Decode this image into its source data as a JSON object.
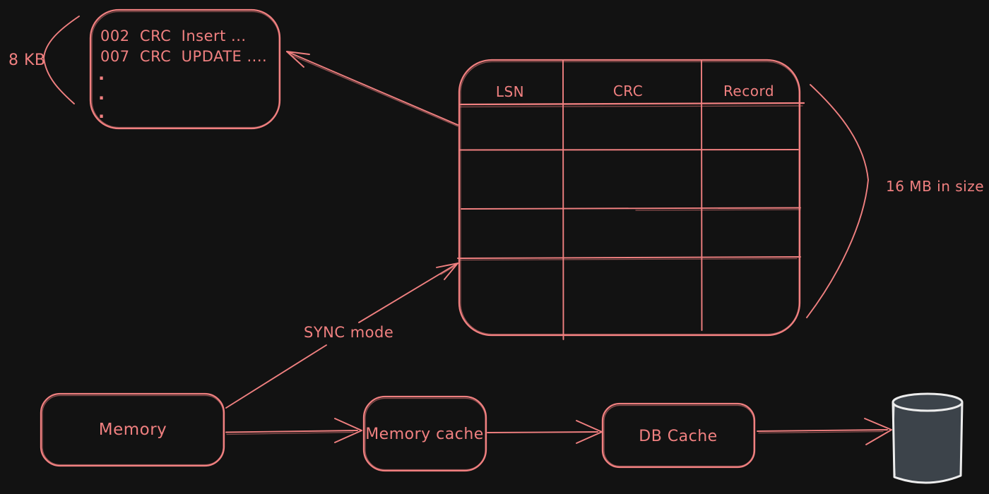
{
  "colors": {
    "background": "#121212",
    "ink": "#f08080",
    "database_fill": "#3c434a",
    "database_stroke": "#ececec"
  },
  "wal_page": {
    "lines": [
      "002  CRC  Insert ...",
      "007  CRC  UPDATE ...."
    ],
    "dots": [
      ".",
      ".",
      "."
    ],
    "size_label": "8 KB"
  },
  "wal_table": {
    "headers": [
      "LSN",
      "CRC",
      "Record"
    ],
    "body_rows": 4,
    "size_label": "16 MB in size"
  },
  "flow": {
    "sync_label": "SYNC mode",
    "nodes": [
      {
        "label": "Memory"
      },
      {
        "label": "Memory cache"
      },
      {
        "label": "DB Cache"
      }
    ],
    "database_icon": "database-cylinder"
  }
}
